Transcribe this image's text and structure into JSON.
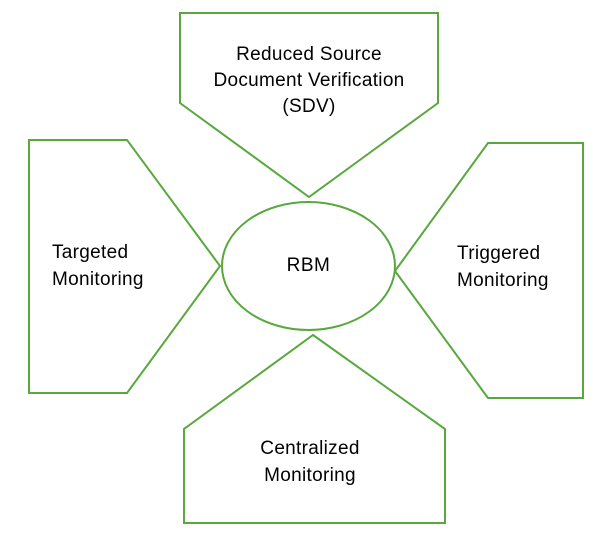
{
  "colors": {
    "outline": "#58A83E",
    "text": "#000000",
    "background": "#FFFFFF"
  },
  "center": {
    "label": "RBM"
  },
  "nodes": {
    "top": {
      "lines": [
        "Reduced Source",
        "Document Verification",
        "(SDV)"
      ]
    },
    "left": {
      "lines": [
        "Targeted",
        "Monitoring"
      ]
    },
    "right": {
      "lines": [
        "Triggered",
        "Monitoring"
      ]
    },
    "bottom": {
      "lines": [
        "Centralized",
        "Monitoring"
      ]
    }
  }
}
